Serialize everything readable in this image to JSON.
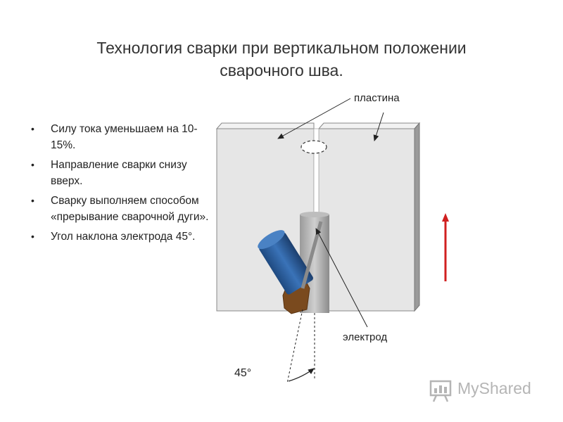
{
  "title": "Технология сварки при вертикальном положении сварочного шва.",
  "bullets": [
    {
      "text": "Силу тока уменьшаем на 10-15%."
    },
    {
      "text": "Направление сварки снизу вверх."
    },
    {
      "text": "Сварку выполняем способом «прерывание сварочной дуги»."
    },
    {
      "text": "Угол наклона электрода 45°."
    }
  ],
  "labels": {
    "plate": "пластина",
    "electrode": "электрод",
    "angle": "45°"
  },
  "watermark": {
    "text": "MyShared"
  },
  "colors": {
    "plate_face": "#e6e6e6",
    "plate_edge": "#9a9a9a",
    "electrode_holder": "#2e5f9c",
    "electrode_tip": "#7a4a1e",
    "arrow": "#d02020"
  },
  "icons": {
    "direction_arrow": "up-arrow-icon",
    "watermark_logo": "presentation-board-icon"
  }
}
